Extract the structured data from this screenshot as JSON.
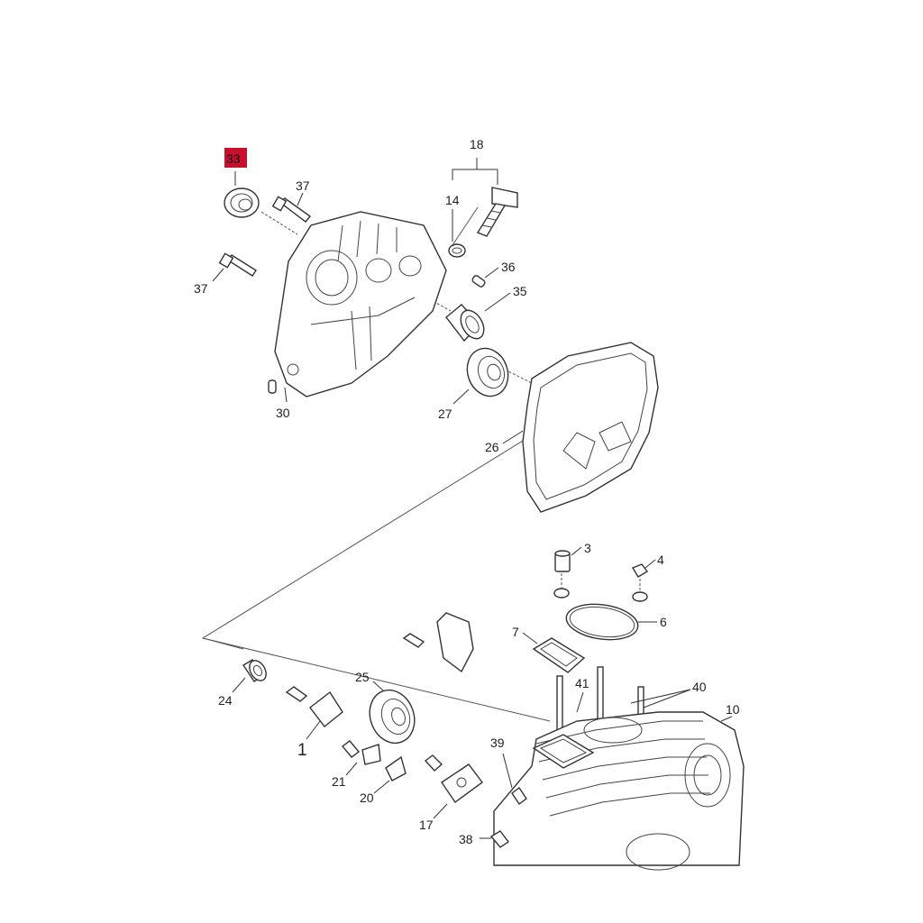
{
  "diagram": {
    "highlight_color": "#c8102e",
    "highlighted_part": "33",
    "callouts": [
      {
        "id": "33",
        "text": "33"
      },
      {
        "id": "37a",
        "text": "37"
      },
      {
        "id": "37b",
        "text": "37"
      },
      {
        "id": "18",
        "text": "18"
      },
      {
        "id": "14",
        "text": "14"
      },
      {
        "id": "36",
        "text": "36"
      },
      {
        "id": "35",
        "text": "35"
      },
      {
        "id": "30",
        "text": "30"
      },
      {
        "id": "27",
        "text": "27"
      },
      {
        "id": "26",
        "text": "26"
      },
      {
        "id": "3",
        "text": "3"
      },
      {
        "id": "4",
        "text": "4"
      },
      {
        "id": "6",
        "text": "6"
      },
      {
        "id": "7",
        "text": "7"
      },
      {
        "id": "41",
        "text": "41"
      },
      {
        "id": "40",
        "text": "40"
      },
      {
        "id": "10",
        "text": "10"
      },
      {
        "id": "24",
        "text": "24"
      },
      {
        "id": "25",
        "text": "25"
      },
      {
        "id": "1",
        "text": "1"
      },
      {
        "id": "39",
        "text": "39"
      },
      {
        "id": "21",
        "text": "21"
      },
      {
        "id": "20",
        "text": "20"
      },
      {
        "id": "17",
        "text": "17"
      },
      {
        "id": "38",
        "text": "38"
      }
    ]
  }
}
